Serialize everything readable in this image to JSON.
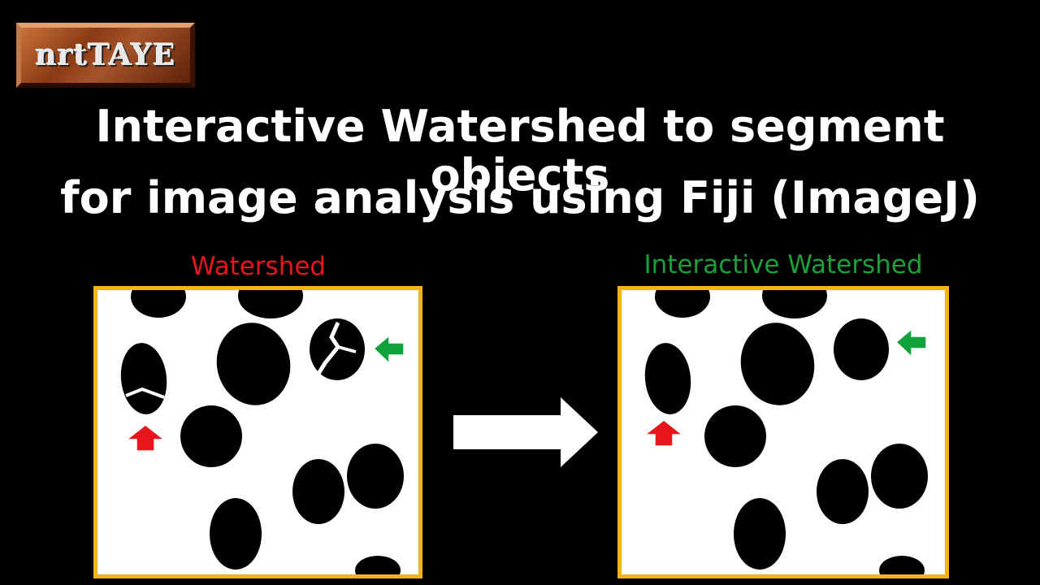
{
  "logo": {
    "text": "nrtTAYE"
  },
  "title": {
    "line1": "Interactive Watershed to segment objects",
    "line2": "for image analysis using Fiji (ImageJ)"
  },
  "panels": {
    "left": {
      "label": "Watershed"
    },
    "right": {
      "label": "Interactive Watershed"
    }
  },
  "colors": {
    "left_label": "#e8151c",
    "right_label": "#1f9e3c",
    "panel_border": "#f3b11c",
    "arrow_red": "#e8151c",
    "arrow_green": "#12a23c"
  },
  "icons": {
    "red_arrow": "arrow-up-icon",
    "green_arrow": "arrow-left-icon",
    "middle_arrow": "arrow-right-icon"
  }
}
